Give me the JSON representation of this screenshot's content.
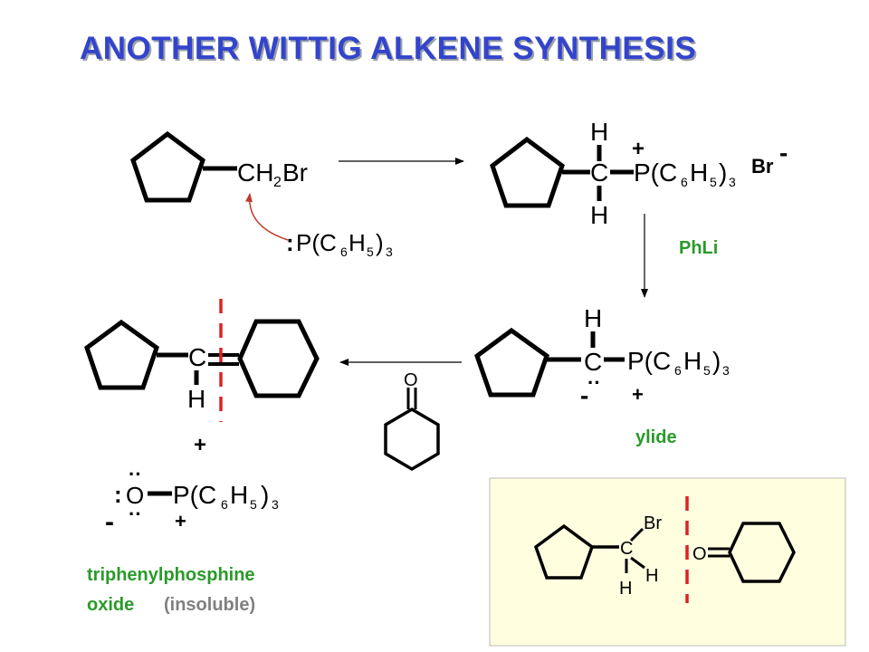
{
  "title": "ANOTHER WITTIG ALKENE SYNTHESIS",
  "colors": {
    "title": "#3344cc",
    "label_green": "#2a9a2a",
    "dashed_red": "#dd2222",
    "inset_bg": "#ffffe0",
    "curved_arrow": "#c0392b"
  },
  "reactant": {
    "group": "CH",
    "sub": "2",
    "atom": "Br"
  },
  "reagent": {
    "lone_pair": ":",
    "formula": "P(C",
    "sub1": "6",
    "mid": "H",
    "sub2": "5",
    "close": ")",
    "sub3": "3"
  },
  "salt": {
    "h_top": "H",
    "h_bottom": "H",
    "carbon": "C",
    "charge": "+",
    "phosphorus": "P(C",
    "sub1": "6",
    "mid": "H",
    "sub2": "5",
    "close": ")",
    "sub3": "3",
    "counter_ion": "Br",
    "counter_charge": "-"
  },
  "base_label": "PhLi",
  "ylide": {
    "h_top": "H",
    "carbon": "C",
    "lone_pair": "··",
    "neg_charge": "-",
    "pos_charge": "+",
    "phosphorus": "P(C",
    "sub1": "6",
    "mid": "H",
    "sub2": "5",
    "close": ")",
    "sub3": "3",
    "label": "ylide"
  },
  "ketone": {
    "oxygen": "O"
  },
  "alkene": {
    "carbon": "C",
    "h": "H",
    "plus": "+"
  },
  "oxide": {
    "lone_pair": ":",
    "oxygen": "O",
    "dots": "··",
    "neg_charge": "-",
    "pos_charge": "+",
    "phosphorus": "P(C",
    "sub1": "6",
    "mid": "H",
    "sub2": "5",
    "close": ")",
    "sub3": "3",
    "label_line1": "triphenylphosphine",
    "label_line2": "oxide",
    "label_note": "(insoluble)"
  },
  "inset": {
    "bromine": "Br",
    "carbon": "C",
    "h1": "H",
    "h2": "H",
    "oxygen": "O"
  }
}
